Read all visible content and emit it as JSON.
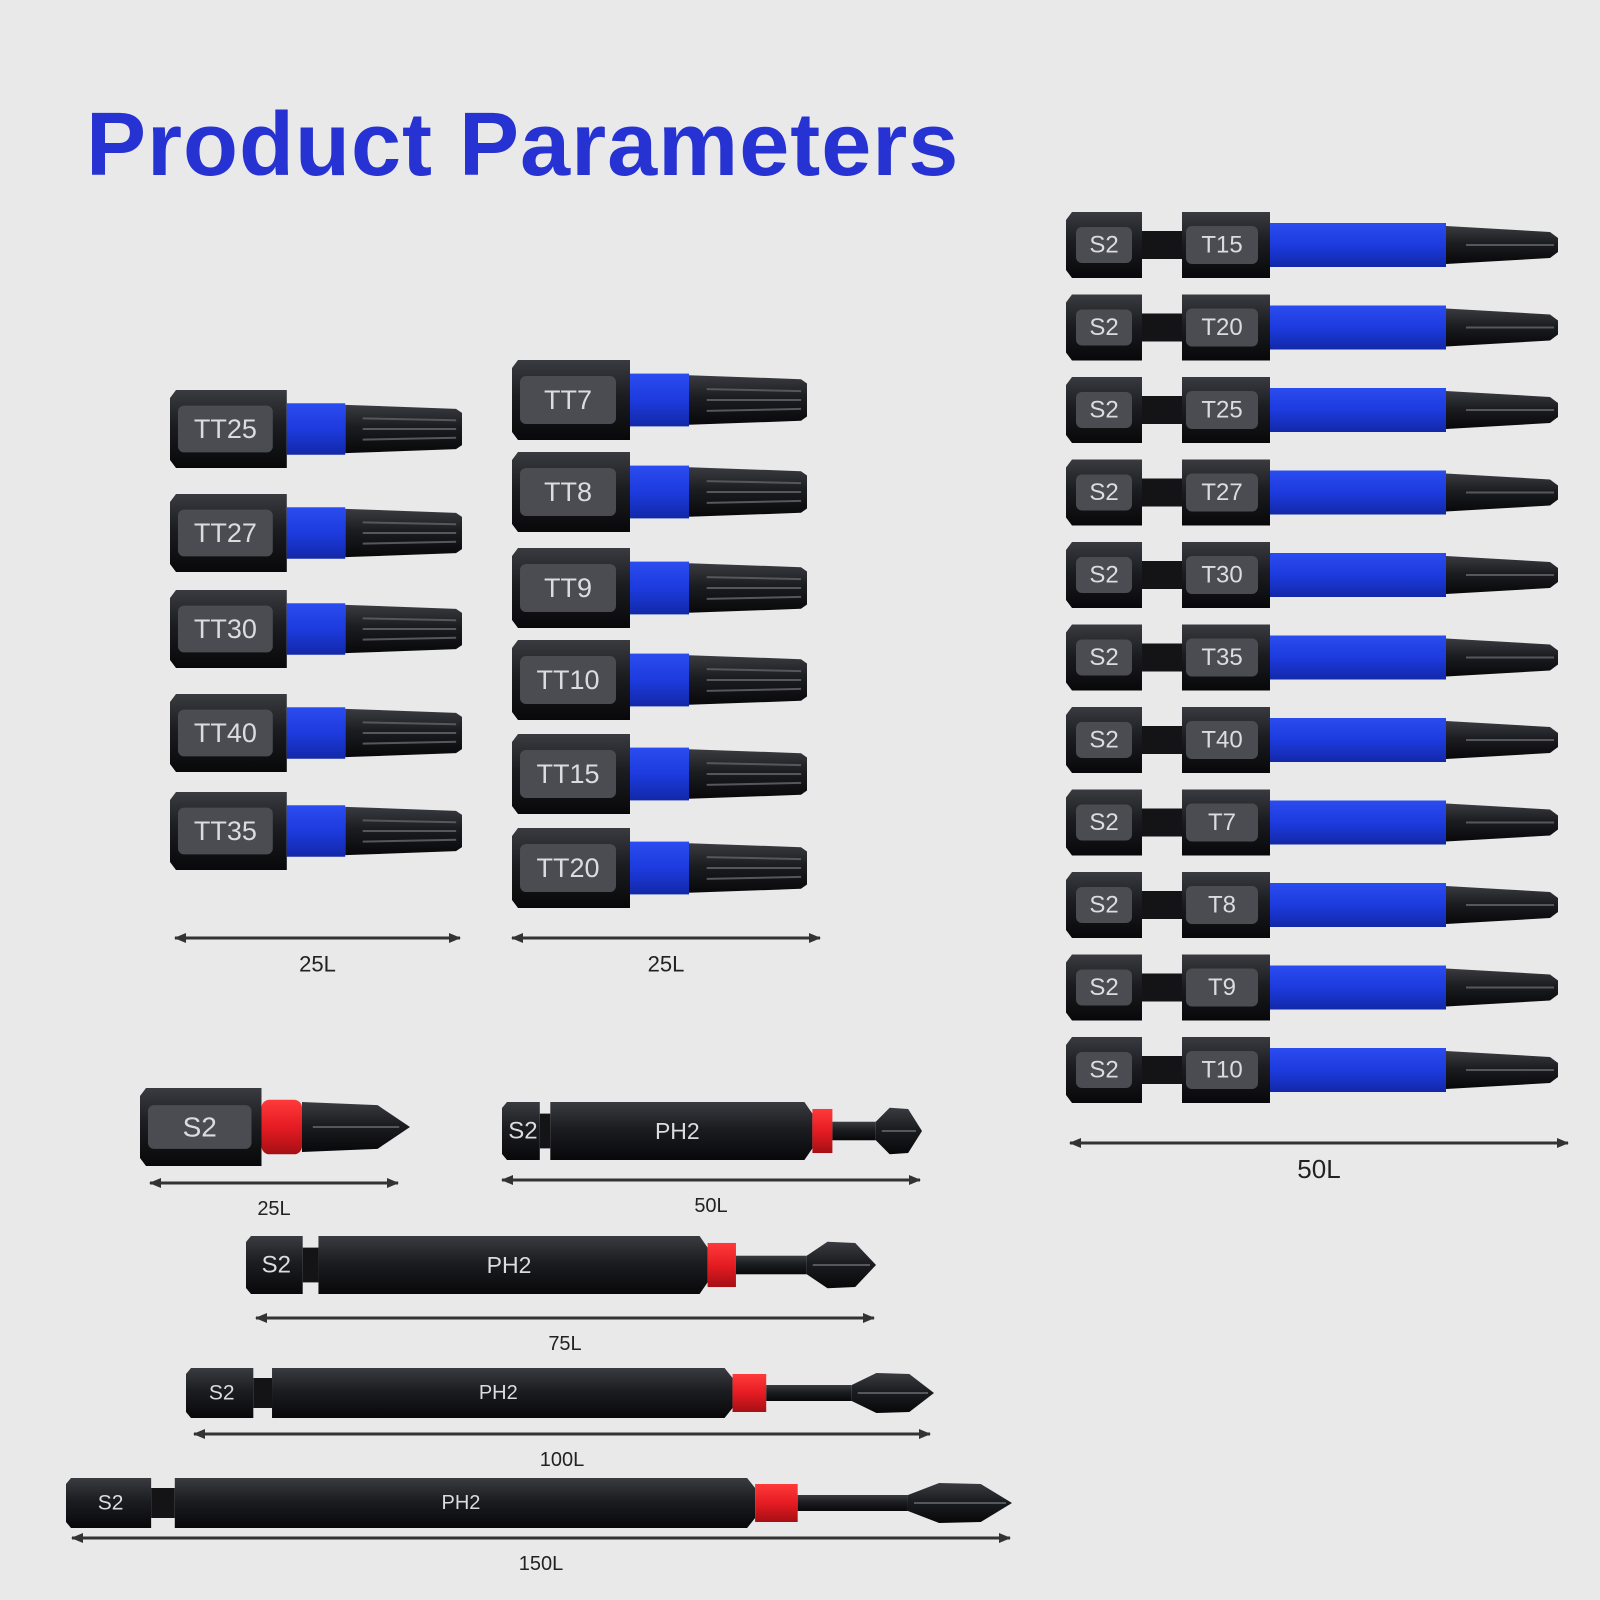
{
  "title": "Product Parameters",
  "colors": {
    "title": "#2632d2",
    "torx_band": "#1f3be0",
    "phillips_band": "#e51c23",
    "bit_body": "#1a1a1d",
    "label_plate": "#4a4c52",
    "label_text": "#dcdce0",
    "dimension_line": "#333333"
  },
  "groups": [
    {
      "id": "tt-short-a",
      "type": "torx-tamper",
      "length_label": "25L",
      "bits": [
        "TT25",
        "TT27",
        "TT30",
        "TT40",
        "TT35"
      ]
    },
    {
      "id": "tt-short-b",
      "type": "torx-tamper",
      "length_label": "25L",
      "bits": [
        "TT7",
        "TT8",
        "TT9",
        "TT10",
        "TT15",
        "TT20"
      ]
    },
    {
      "id": "torx-long",
      "type": "torx",
      "length_label": "50L",
      "shank_label": "S2",
      "bits": [
        "T15",
        "T20",
        "T25",
        "T27",
        "T30",
        "T35",
        "T40",
        "T7",
        "T8",
        "T9",
        "T10"
      ]
    },
    {
      "id": "phillips",
      "type": "phillips",
      "shank_label": "S2",
      "tip_label": "PH2",
      "bits": [
        {
          "length_label": "25L"
        },
        {
          "length_label": "50L"
        },
        {
          "length_label": "75L"
        },
        {
          "length_label": "100L"
        },
        {
          "length_label": "150L"
        }
      ]
    }
  ]
}
